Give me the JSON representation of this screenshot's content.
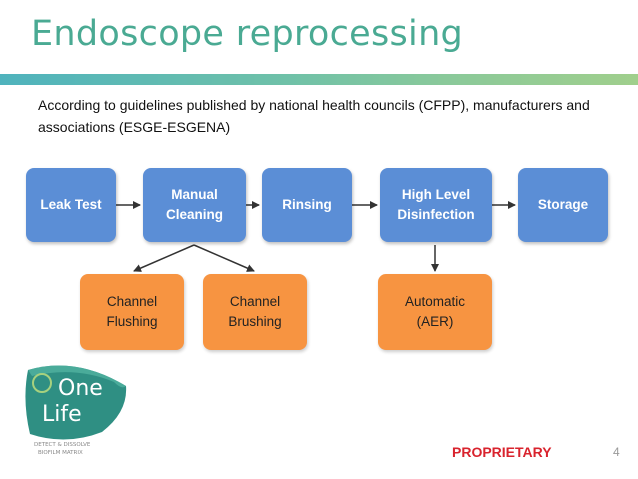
{
  "title": "Endoscope reprocessing",
  "intro": "According to guidelines published by national health councils (CFPP), manufacturers and associations (ESGE-ESGENA)",
  "steps": {
    "leak_test": "Leak Test",
    "manual_cleaning": "Manual\nCleaning",
    "rinsing": "Rinsing",
    "hld": "High Level\nDisinfection",
    "storage": "Storage"
  },
  "substeps": {
    "channel_flushing": "Channel\nFlushing",
    "channel_brushing": "Channel\nBrushing",
    "automatic": "Automatic\n(AER)"
  },
  "logo": {
    "line1": "One",
    "line2": "Life",
    "tagline1": "DETECT & DISSOLVE",
    "tagline2": "BIOFILM MATRIX"
  },
  "footer": {
    "proprietary": "PROPRIETARY",
    "page_number": "4"
  },
  "colors": {
    "title": "#4aaa93",
    "step": "#5b8ed6",
    "substep": "#f79441",
    "proprietary": "#d9232d"
  }
}
